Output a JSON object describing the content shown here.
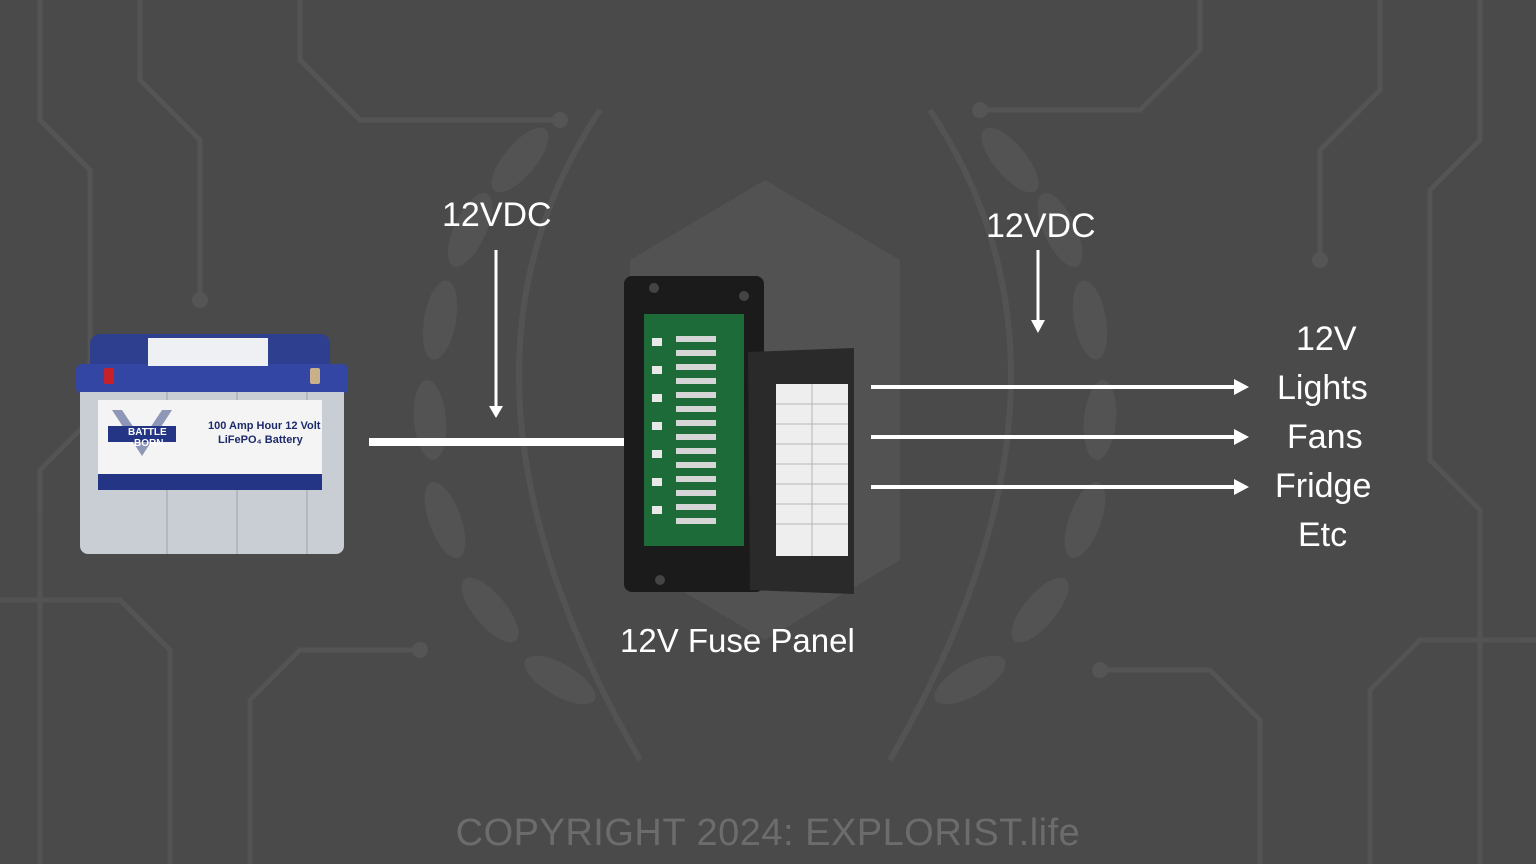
{
  "diagram": {
    "left_voltage_label": "12VDC",
    "right_voltage_label": "12VDC",
    "panel_caption": "12V Fuse Panel",
    "loads": {
      "heading": "12V",
      "items": [
        "Lights",
        "Fans",
        "Fridge",
        "Etc"
      ]
    },
    "battery": {
      "brand_line1": "BATTLE",
      "brand_line2": "BORN",
      "model_line1": "100 Amp Hour 12 Volt",
      "model_line2": "LiFePO₄ Battery"
    },
    "copyright": "COPYRIGHT 2024: EXPLORIST.life"
  },
  "colors": {
    "background": "#4a4a4a",
    "arrow": "#ffffff",
    "text": "#ffffff",
    "copyright": "#6c6c6c",
    "battery_blue": "#2f3f8f"
  }
}
